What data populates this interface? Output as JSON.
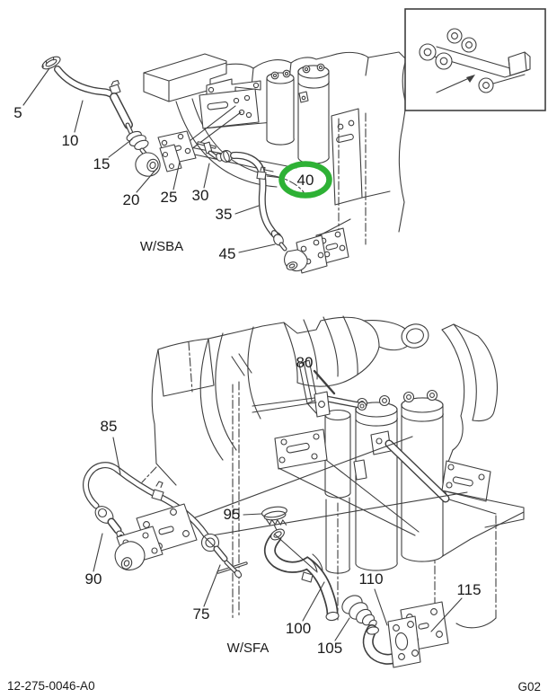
{
  "page": {
    "footer": {
      "document_number": "12-275-0046-A0",
      "grid_code": "G02"
    },
    "colors": {
      "line": "#3f3f3f",
      "label": "#1a1a1a",
      "highlight": "#2eb135",
      "background": "#ffffff"
    }
  },
  "top_diagram": {
    "variant_label": "W/SBA",
    "highlighted_callout": "40",
    "callouts": [
      "5",
      "10",
      "15",
      "20",
      "25",
      "30",
      "35",
      "40",
      "45"
    ]
  },
  "bottom_diagram": {
    "variant_label": "W/SFA",
    "callouts": [
      "75",
      "80",
      "85",
      "90",
      "95",
      "100",
      "105",
      "110",
      "115"
    ]
  },
  "inset": {
    "icon": "truck-chassis-icon"
  }
}
